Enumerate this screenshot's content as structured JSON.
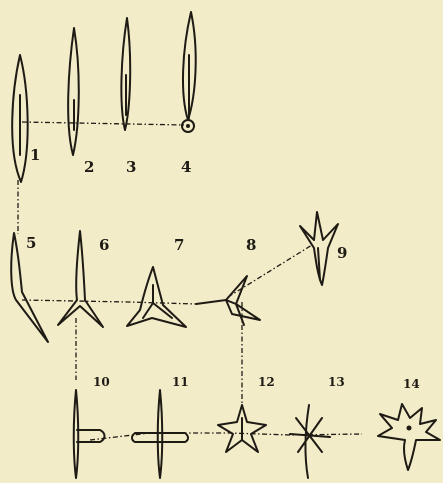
{
  "figure": {
    "labels": [
      "1",
      "2",
      "3",
      "4",
      "5",
      "6",
      "7",
      "8",
      "9",
      "10",
      "11",
      "12",
      "13",
      "14"
    ]
  }
}
